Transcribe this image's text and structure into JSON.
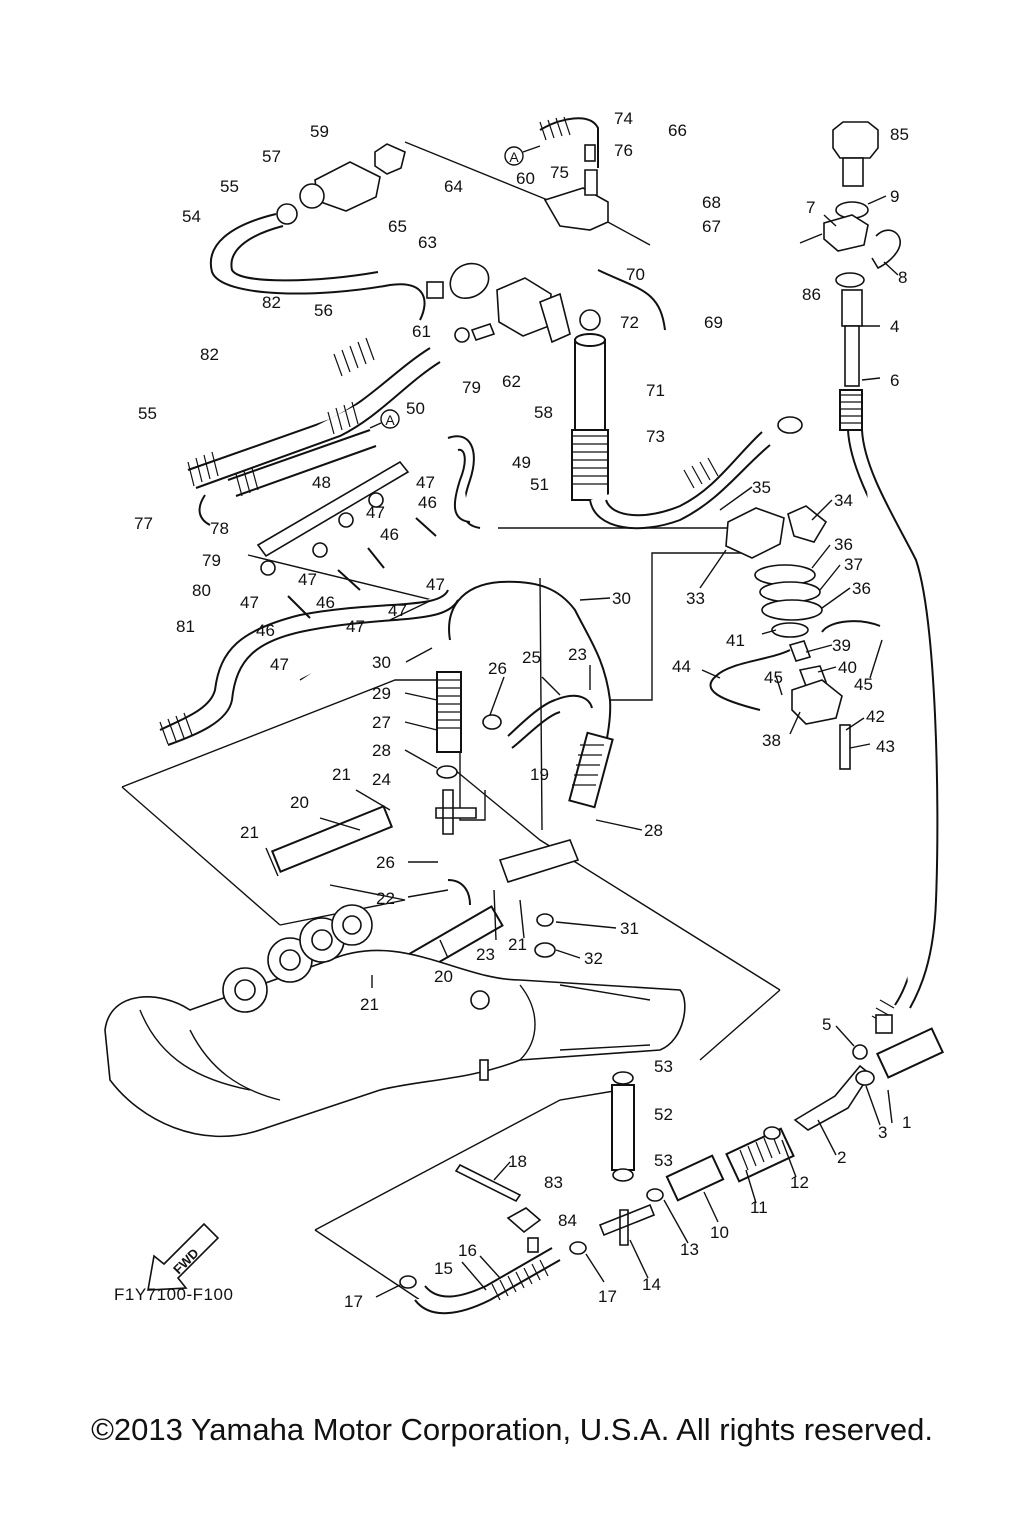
{
  "drawing_code": "F1Y7100-F100",
  "fwd_arrow_label": "FWD",
  "copyright": "©2013 Yamaha Motor Corporation, U.S.A. All rights reserved.",
  "ref_marker": "A",
  "part_labels": [
    {
      "id": "p1",
      "text": "1"
    },
    {
      "id": "p2",
      "text": "2"
    },
    {
      "id": "p3",
      "text": "3"
    },
    {
      "id": "p4",
      "text": "4"
    },
    {
      "id": "p5",
      "text": "5"
    },
    {
      "id": "p6",
      "text": "6"
    },
    {
      "id": "p7",
      "text": "7"
    },
    {
      "id": "p8",
      "text": "8"
    },
    {
      "id": "p9",
      "text": "9"
    },
    {
      "id": "p10",
      "text": "10"
    },
    {
      "id": "p11",
      "text": "11"
    },
    {
      "id": "p12",
      "text": "12"
    },
    {
      "id": "p13",
      "text": "13"
    },
    {
      "id": "p14",
      "text": "14"
    },
    {
      "id": "p15",
      "text": "15"
    },
    {
      "id": "p16",
      "text": "16"
    },
    {
      "id": "p17a",
      "text": "17"
    },
    {
      "id": "p17b",
      "text": "17"
    },
    {
      "id": "p18",
      "text": "18"
    },
    {
      "id": "p19",
      "text": "19"
    },
    {
      "id": "p20a",
      "text": "20"
    },
    {
      "id": "p20b",
      "text": "20"
    },
    {
      "id": "p21a",
      "text": "21"
    },
    {
      "id": "p21b",
      "text": "21"
    },
    {
      "id": "p21c",
      "text": "21"
    },
    {
      "id": "p21d",
      "text": "21"
    },
    {
      "id": "p22",
      "text": "22"
    },
    {
      "id": "p23a",
      "text": "23"
    },
    {
      "id": "p23b",
      "text": "23"
    },
    {
      "id": "p24",
      "text": "24"
    },
    {
      "id": "p25",
      "text": "25"
    },
    {
      "id": "p26a",
      "text": "26"
    },
    {
      "id": "p26b",
      "text": "26"
    },
    {
      "id": "p27",
      "text": "27"
    },
    {
      "id": "p28a",
      "text": "28"
    },
    {
      "id": "p28b",
      "text": "28"
    },
    {
      "id": "p29",
      "text": "29"
    },
    {
      "id": "p30a",
      "text": "30"
    },
    {
      "id": "p30b",
      "text": "30"
    },
    {
      "id": "p31",
      "text": "31"
    },
    {
      "id": "p32",
      "text": "32"
    },
    {
      "id": "p33",
      "text": "33"
    },
    {
      "id": "p34",
      "text": "34"
    },
    {
      "id": "p35",
      "text": "35"
    },
    {
      "id": "p36a",
      "text": "36"
    },
    {
      "id": "p36b",
      "text": "36"
    },
    {
      "id": "p37",
      "text": "37"
    },
    {
      "id": "p38",
      "text": "38"
    },
    {
      "id": "p39",
      "text": "39"
    },
    {
      "id": "p40",
      "text": "40"
    },
    {
      "id": "p41",
      "text": "41"
    },
    {
      "id": "p42",
      "text": "42"
    },
    {
      "id": "p43",
      "text": "43"
    },
    {
      "id": "p44",
      "text": "44"
    },
    {
      "id": "p45a",
      "text": "45"
    },
    {
      "id": "p45b",
      "text": "45"
    },
    {
      "id": "p46a",
      "text": "46"
    },
    {
      "id": "p46b",
      "text": "46"
    },
    {
      "id": "p46c",
      "text": "46"
    },
    {
      "id": "p46d",
      "text": "46"
    },
    {
      "id": "p47a",
      "text": "47"
    },
    {
      "id": "p47b",
      "text": "47"
    },
    {
      "id": "p47c",
      "text": "47"
    },
    {
      "id": "p47d",
      "text": "47"
    },
    {
      "id": "p47e",
      "text": "47"
    },
    {
      "id": "p47f",
      "text": "47"
    },
    {
      "id": "p47g",
      "text": "47"
    },
    {
      "id": "p47h",
      "text": "47"
    },
    {
      "id": "p48",
      "text": "48"
    },
    {
      "id": "p49",
      "text": "49"
    },
    {
      "id": "p50",
      "text": "50"
    },
    {
      "id": "p51",
      "text": "51"
    },
    {
      "id": "p52",
      "text": "52"
    },
    {
      "id": "p53a",
      "text": "53"
    },
    {
      "id": "p53b",
      "text": "53"
    },
    {
      "id": "p54",
      "text": "54"
    },
    {
      "id": "p55a",
      "text": "55"
    },
    {
      "id": "p55b",
      "text": "55"
    },
    {
      "id": "p56",
      "text": "56"
    },
    {
      "id": "p57",
      "text": "57"
    },
    {
      "id": "p58",
      "text": "58"
    },
    {
      "id": "p59",
      "text": "59"
    },
    {
      "id": "p60",
      "text": "60"
    },
    {
      "id": "p61",
      "text": "61"
    },
    {
      "id": "p62",
      "text": "62"
    },
    {
      "id": "p63",
      "text": "63"
    },
    {
      "id": "p64",
      "text": "64"
    },
    {
      "id": "p65",
      "text": "65"
    },
    {
      "id": "p66",
      "text": "66"
    },
    {
      "id": "p67",
      "text": "67"
    },
    {
      "id": "p68",
      "text": "68"
    },
    {
      "id": "p69",
      "text": "69"
    },
    {
      "id": "p70",
      "text": "70"
    },
    {
      "id": "p71",
      "text": "71"
    },
    {
      "id": "p72",
      "text": "72"
    },
    {
      "id": "p73",
      "text": "73"
    },
    {
      "id": "p74",
      "text": "74"
    },
    {
      "id": "p75",
      "text": "75"
    },
    {
      "id": "p76",
      "text": "76"
    },
    {
      "id": "p77",
      "text": "77"
    },
    {
      "id": "p78",
      "text": "78"
    },
    {
      "id": "p79a",
      "text": "79"
    },
    {
      "id": "p79b",
      "text": "79"
    },
    {
      "id": "p80",
      "text": "80"
    },
    {
      "id": "p81",
      "text": "81"
    },
    {
      "id": "p82a",
      "text": "82"
    },
    {
      "id": "p82b",
      "text": "82"
    },
    {
      "id": "p83",
      "text": "83"
    },
    {
      "id": "p84",
      "text": "84"
    },
    {
      "id": "p85",
      "text": "85"
    },
    {
      "id": "p86",
      "text": "86"
    }
  ]
}
